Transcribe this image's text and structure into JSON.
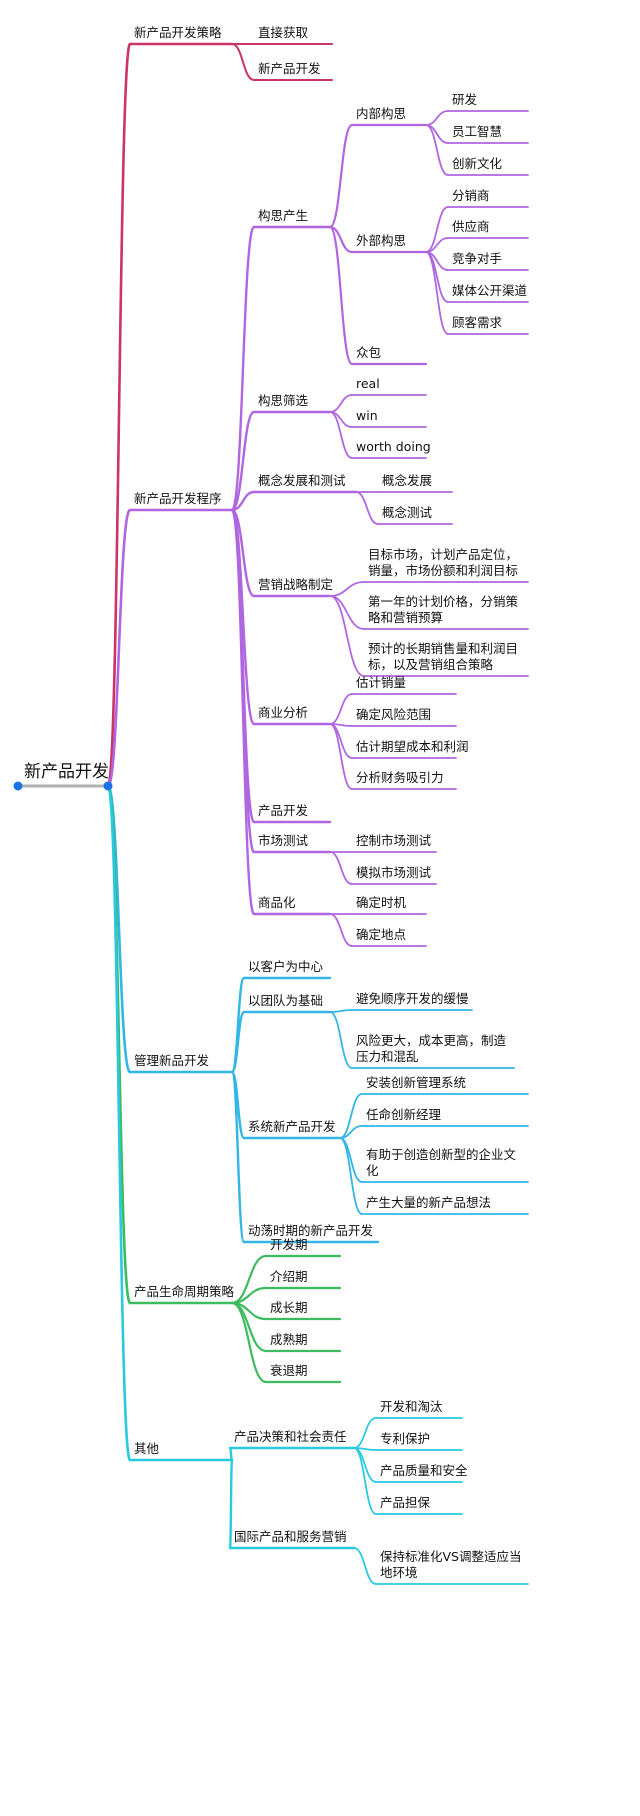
{
  "root": {
    "label": "新产品开发"
  },
  "colors": {
    "root_line": "#b0b0b0",
    "dot": "#1a73e8",
    "branch_strategy": "#cc3366",
    "branch_process": "#b066e0",
    "branch_manage": "#33b6e6",
    "branch_lifecycle": "#3dbb5e",
    "branch_other": "#29c9e0"
  },
  "branches": {
    "strategy": {
      "label": "新产品开发策略",
      "children": [
        "直接获取",
        "新产品开发"
      ]
    },
    "process": {
      "label": "新产品开发程序",
      "idea": {
        "label": "构思产生",
        "internal": {
          "label": "内部构思",
          "children": [
            "研发",
            "员工智慧",
            "创新文化"
          ]
        },
        "external": {
          "label": "外部构思",
          "children": [
            "分销商",
            "供应商",
            "竞争对手",
            "媒体公开渠道",
            "顾客需求"
          ]
        },
        "crowd": "众包"
      },
      "screening": {
        "label": "构思筛选",
        "children": [
          "real",
          "win",
          "worth doing"
        ]
      },
      "concept": {
        "label": "概念发展和测试",
        "children": [
          "概念发展",
          "概念测试"
        ]
      },
      "marketing": {
        "label": "营销战略制定",
        "children": [
          "目标市场，计划产品定位，销量，市场份额和利润目标",
          "第一年的计划价格，分销策略和营销预算",
          "预计的长期销售量和利润目标，以及营销组合策略"
        ]
      },
      "business": {
        "label": "商业分析",
        "children": [
          "估计销量",
          "确定风险范围",
          "估计期望成本和利润",
          "分析财务吸引力"
        ]
      },
      "development": "产品开发",
      "test": {
        "label": "市场测试",
        "children": [
          "控制市场测试",
          "模拟市场测试"
        ]
      },
      "commercial": {
        "label": "商品化",
        "children": [
          "确定时机",
          "确定地点"
        ]
      }
    },
    "manage": {
      "label": "管理新品开发",
      "customer": "以客户为中心",
      "team": {
        "label": "以团队为基础",
        "children": [
          "避免顺序开发的缓慢",
          "风险更大，成本更高，制造压力和混乱"
        ]
      },
      "system": {
        "label": "系统新产品开发",
        "children": [
          "安装创新管理系统",
          "任命创新经理",
          "有助于创造创新型的企业文化",
          "产生大量的新产品想法"
        ]
      },
      "turbulent": "动荡时期的新产品开发"
    },
    "lifecycle": {
      "label": "产品生命周期策略",
      "children": [
        "开发期",
        "介绍期",
        "成长期",
        "成熟期",
        "衰退期"
      ]
    },
    "other": {
      "label": "其他",
      "decision": {
        "label": "产品决策和社会责任",
        "children": [
          "开发和淘汰",
          "专利保护",
          "产品质量和安全",
          "产品担保"
        ]
      },
      "international": {
        "label": "国际产品和服务营销",
        "children": [
          "保持标准化VS调整适应当地环境"
        ]
      }
    }
  }
}
